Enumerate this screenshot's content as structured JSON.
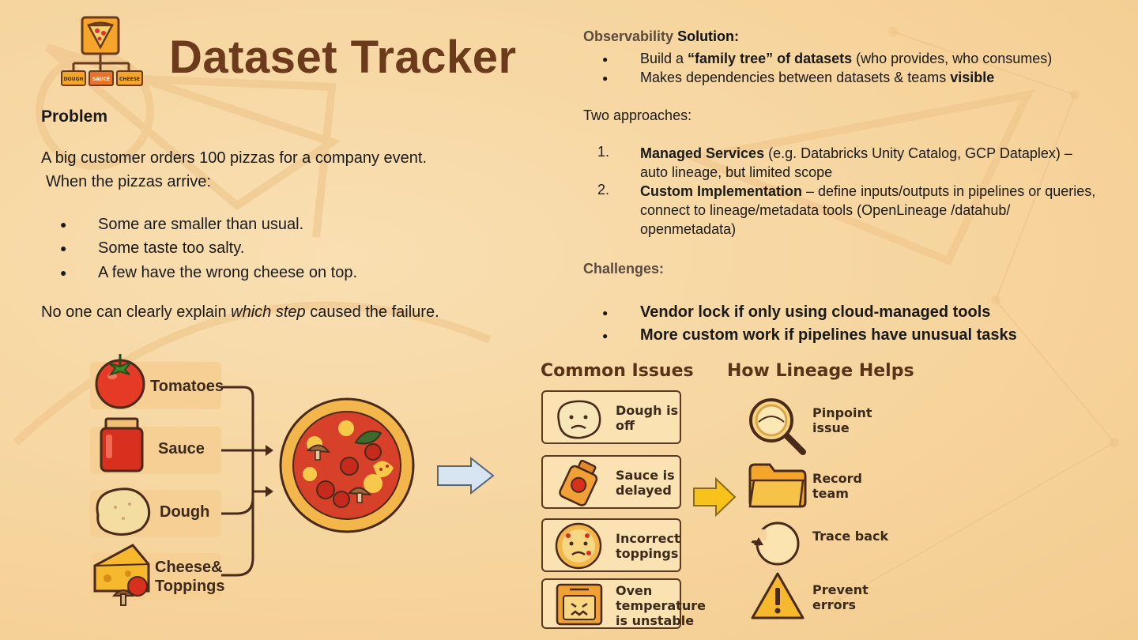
{
  "header": {
    "title": "Dataset Tracker",
    "logo_labels": [
      "DOUGH",
      "SAUCE",
      "CHEESE"
    ]
  },
  "problem": {
    "heading": "Problem",
    "p1": "A big customer orders 100 pizzas for a company event.",
    "p2": "When the pizzas arrive:",
    "bullets": [
      "Some are smaller than usual.",
      "Some taste too salty.",
      "A few have the wrong cheese on top."
    ],
    "conclusion_a": "No one can clearly explain ",
    "conclusion_em": "which step",
    "conclusion_b": " caused the failure."
  },
  "solution": {
    "heading_a": "Observability ",
    "heading_b": "Solution:",
    "b1_pre": "Build a ",
    "b1_bold": "“family tree” of datasets",
    "b1_post": " (who provides, who consumes)",
    "b2_pre": "Makes dependencies between datasets & teams ",
    "b2_bold": "visible",
    "approaches_label": "Two approaches:",
    "a1_num": "1.",
    "a1_bold": "Managed Services",
    "a1_rest": " (e.g. Databricks Unity Catalog, GCP Dataplex) – auto lineage, but limited scope",
    "a2_num": "2.",
    "a2_bold": "Custom Implementation",
    "a2_rest": " – define inputs/outputs in pipelines or queries, connect to lineage/metadata tools (OpenLineage /datahub/ openmetadata)"
  },
  "challenges": {
    "heading": "Challenges:",
    "items": [
      "Vendor lock if only using cloud-managed tools",
      "More custom work if pipelines have unusual tasks"
    ]
  },
  "ingredients": [
    {
      "label": "Tomatoes",
      "icon": "tomato-icon"
    },
    {
      "label": "Sauce",
      "icon": "sauce-jar-icon"
    },
    {
      "label": "Dough",
      "icon": "dough-icon"
    },
    {
      "label": "Cheese& Toppings",
      "icon": "cheese-icon"
    }
  ],
  "common_issues": {
    "title": "Common Issues",
    "items": [
      "Dough is off",
      "Sauce is delayed",
      "Incorrect toppings",
      "Oven temperature is unstable"
    ]
  },
  "lineage_helps": {
    "title": "How Lineage Helps",
    "items": [
      "Pinpoint issue",
      "Record team",
      "Trace back",
      "Prevent errors"
    ]
  },
  "colors": {
    "title": "#6b3b1b",
    "accent": "#f4a52a",
    "background": "#f8d9a6"
  }
}
